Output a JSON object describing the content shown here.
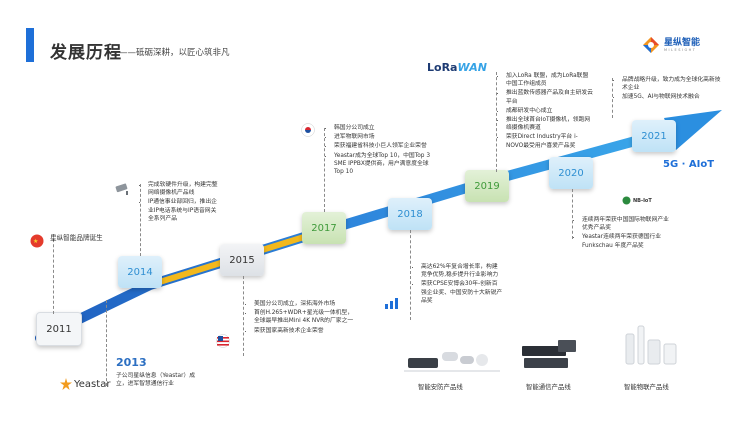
{
  "page": {
    "title": "发展历程",
    "subtitle": "——砥砺深耕，以匠心筑非凡",
    "logo_text": "星纵智能",
    "logo_sub": "MILESIGHT",
    "colors": {
      "accent": "#1e6fd8",
      "arrow_dark": "#1f5fbf",
      "arrow_light": "#3aa8ea",
      "gold": "#f2b81c"
    }
  },
  "timeline": {
    "years": [
      {
        "label": "2011"
      },
      {
        "label": "2014"
      },
      {
        "label": "2015"
      },
      {
        "label": "2017"
      },
      {
        "label": "2018"
      },
      {
        "label": "2019"
      },
      {
        "label": "2020"
      },
      {
        "label": "2021"
      }
    ],
    "year_2013": "2013",
    "icons": [
      "china-flag-icon",
      "cctv-camera-icon",
      "korea-flag-icon",
      "bar-chart-icon",
      "usa-flag-icon",
      "nb-iot-icon"
    ]
  },
  "notes": {
    "n2011": [
      "星纵智能品牌诞生"
    ],
    "n2013": [
      "子公司星纵信息（Yeastar）成立，进军智慧通信行业"
    ],
    "n2014": [
      "完成软硬件升级，构建完整网络摄像机产品线",
      "IP通信事业部回归，推出企业IP电话系统与IP语音网关全系列产品"
    ],
    "n2015": [
      "美国分公司成立，深拓海外市场",
      "首创H.265+WDR+星光级一体机型，全球最早推出Mini 4K NVR的厂家之一",
      "荣获国家高新技术企业荣誉"
    ],
    "n2017": [
      "韩国分公司成立",
      "进军物联网市场",
      "荣获福建省科技小巨人领军企业荣誉",
      "Yeastar成为全球Top 10，中国Top 3 SME IPPBX提供商，用户满意度全球Top 10"
    ],
    "n2018": [
      "高达62%年复合增长率，构建竞争优势,稳步提升行业影响力",
      "荣获CPSE安博会30年-创新百强企业奖、中国安防十大新锐产品奖"
    ],
    "n2019": [
      "加入LoRa 联盟，成为LoRa联盟中国工作组成员",
      "推出蓝数传感器产品及自主研发云平台",
      "成都研发中心成立",
      "推出全球首台IoT摄像机，领跑网络摄像机赛道",
      "荣获Direct Industry平台 i-NOVO最受用户喜爱产品奖"
    ],
    "n2020": [
      "连续两年荣获中国国际物联网产业优秀产品奖",
      "Yeastar连续两年荣获德国行业Funkschau 年度产品奖"
    ],
    "n2021": [
      "品牌战略升级，致力成为全球化高新技术企业",
      "加速5G、AI与物联网技术融合"
    ]
  },
  "brands": {
    "yeastar": "Yeastar",
    "lora_a": "LoRa",
    "lora_b": "WAN",
    "g5": "5G · AIoT",
    "nbiot": "NB-IoT"
  },
  "product_lines": [
    {
      "label": "智能安防产品线"
    },
    {
      "label": "智能通信产品线"
    },
    {
      "label": "智能物联产品线"
    }
  ]
}
